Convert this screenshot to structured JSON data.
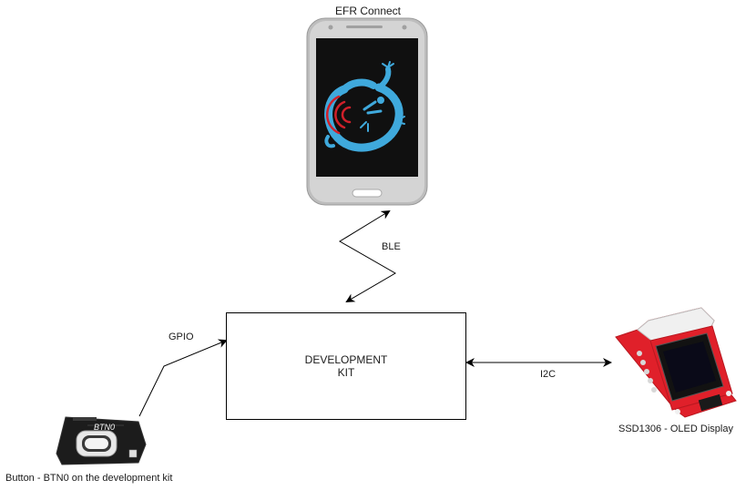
{
  "phone": {
    "label": "EFR Connect",
    "icon": "efr-connect-gecko-logo-icon",
    "body_color": "#c8c8c8",
    "screen_color": "#111111",
    "logo_color": "#3fa9dc",
    "signal_color": "#d0202a"
  },
  "links": {
    "ble_label": "BLE",
    "gpio_label": "GPIO",
    "i2c_label": "I2C"
  },
  "dev_kit": {
    "label": "DEVELOPMENT\nKIT"
  },
  "button_board": {
    "label": "Button - BTN0 on the development kit",
    "silkscreen": "BTN0",
    "icon": "push-button-icon"
  },
  "oled": {
    "label": "SSD1306 - OLED Display",
    "board_color": "#e0202a",
    "icon": "oled-display-board-icon"
  }
}
